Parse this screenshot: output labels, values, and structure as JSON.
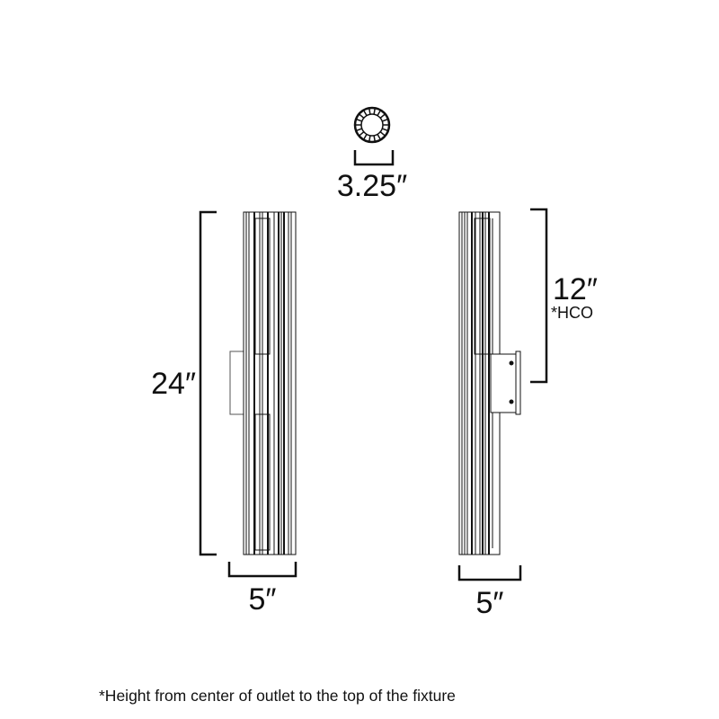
{
  "dimensions": {
    "diameter": "3.25″",
    "height": "24″",
    "front_width": "5″",
    "side_width": "5″",
    "hco": "12″",
    "hco_note": "*HCO"
  },
  "footnote": "*Height from center of outlet to the top of the fixture",
  "colors": {
    "line": "#111111",
    "background": "#ffffff"
  }
}
